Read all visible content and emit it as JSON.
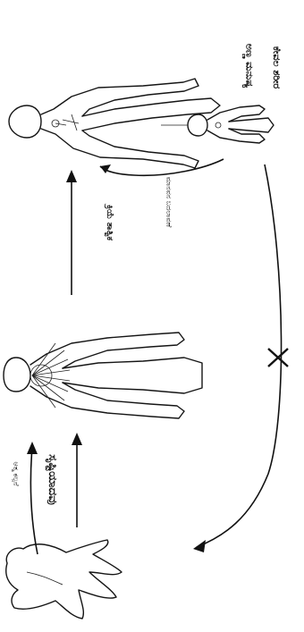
{
  "labels": {
    "top_right_upper": "ಅಣ್ಣ ಮನುಷ್ಯ",
    "top_right_lower": "ಕೇವಲ ಶರೀರ",
    "middle_right": "ಕ್ರಿಯೆ ತಾತ್ವಿಕ",
    "right_upper_arrow": "ಮಾನವನ ಬದಲಾವಣೆ",
    "left_upper": "ಆತ್ಮ ಕಲ್ಪನೆ",
    "left_big": "ಸೃಷ್ಟಿಯಾದವು"
  },
  "colors": {
    "ink": "#111111",
    "paper": "#ffffff"
  }
}
